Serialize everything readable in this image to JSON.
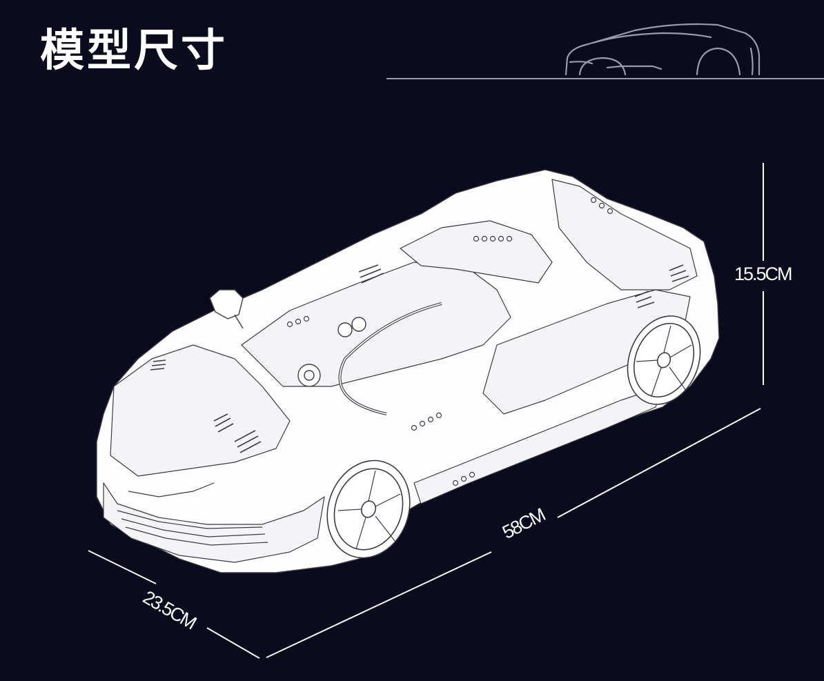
{
  "title": "模型尺寸",
  "dimensions": {
    "height": "15.5CM",
    "length": "58CM",
    "width": "23.5CM"
  },
  "colors": {
    "background": "#0b0b1e",
    "line_art": "#ffffff",
    "header_outline": "#9a9aa8"
  },
  "icons": {
    "header": "car-outline-icon",
    "main": "car-model-illustration"
  }
}
